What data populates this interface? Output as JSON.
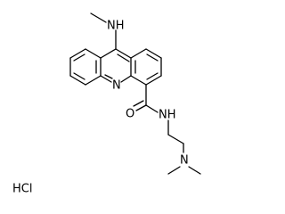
{
  "molecule": {
    "atoms": {
      "methylamino_nh": "NH",
      "ring_n": "N",
      "carbonyl_o": "O",
      "amide_nh": "NH",
      "dimethyl_n": "N"
    },
    "salt": "HCl"
  }
}
